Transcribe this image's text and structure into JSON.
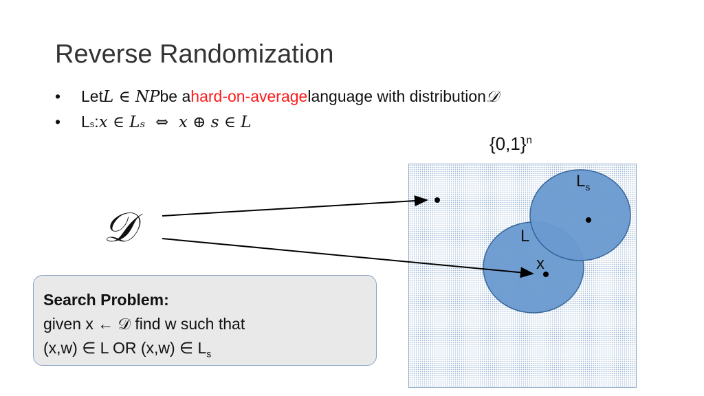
{
  "title": "Reverse Randomization",
  "bullets": [
    {
      "pre": "Let ",
      "math1": "L ∈ NP",
      "mid": " be a ",
      "highlight": "hard-on-average",
      "post": " language with distribution ",
      "dist": "𝒟"
    },
    {
      "sub_label": "L",
      "sub": "s",
      "colon": ": ",
      "math": "x ∈ Lₛ  ⇔  x ⊕ s ∈ L"
    }
  ],
  "set_label": {
    "base": "{0,1}",
    "sup": "n"
  },
  "diagram": {
    "distribution_symbol": "𝒟",
    "labels": {
      "Ls": "L",
      "Ls_sub": "s",
      "L": "L",
      "x": "x"
    },
    "colors": {
      "circle_fill": "#6a9ad0",
      "circle_stroke": "#2f5f96",
      "arrow": "#000000"
    }
  },
  "search_problem": {
    "heading": "Search Problem:",
    "line1": "given x ← 𝒟 find w such that",
    "line2_main": "(x,w) ∈ L OR (x,w) ∈ L",
    "line2_sub": "s"
  }
}
